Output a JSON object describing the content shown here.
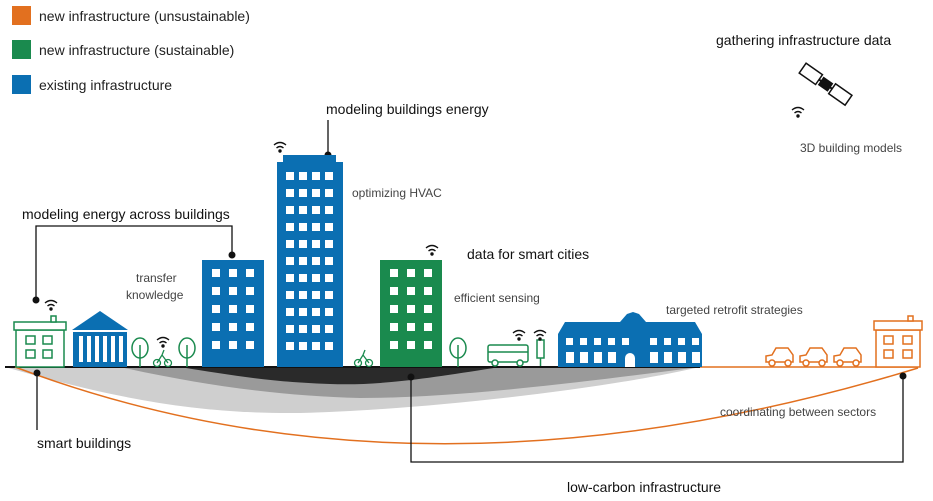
{
  "legend": [
    {
      "label": "new infrastructure (unsustainable)",
      "color": "#E2701F"
    },
    {
      "label": "new infrastructure (sustainable)",
      "color": "#1A8A4E"
    },
    {
      "label": "existing infrastructure",
      "color": "#0B6FB2"
    }
  ],
  "labels": {
    "gathering": "gathering infrastructure data",
    "models3d": "3D building models",
    "modeling_buildings": "modeling buildings energy",
    "hvac": "optimizing HVAC",
    "across": "modeling energy across buildings",
    "transfer": "transfer",
    "knowledge": "knowledge",
    "smart_cities": "data for smart cities",
    "sensing": "efficient sensing",
    "retrofit": "targeted retrofit strategies",
    "coordinating": "coordinating between sectors",
    "smart_buildings": "smart buildings",
    "low_carbon": "low-carbon infrastructure"
  },
  "colors": {
    "orange": "#E2701F",
    "green": "#1A8A4E",
    "blue": "#0B6FB2"
  }
}
